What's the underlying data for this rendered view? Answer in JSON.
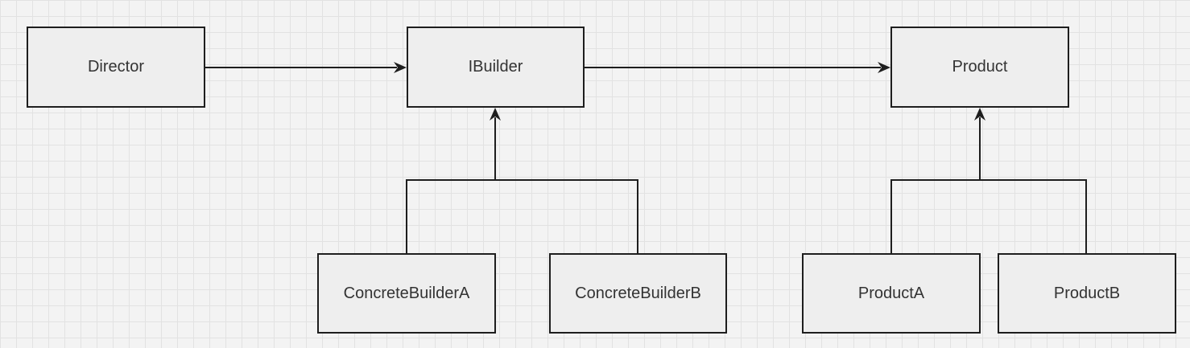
{
  "diagram": {
    "nodes": [
      {
        "id": "director",
        "label": "Director"
      },
      {
        "id": "ibuilder",
        "label": "IBuilder"
      },
      {
        "id": "product",
        "label": "Product"
      },
      {
        "id": "concrete_builder_a",
        "label": "ConcreteBuilderA"
      },
      {
        "id": "concrete_builder_b",
        "label": "ConcreteBuilderB"
      },
      {
        "id": "product_a",
        "label": "ProductA"
      },
      {
        "id": "product_b",
        "label": "ProductB"
      }
    ],
    "edges": [
      {
        "from": "director",
        "to": "ibuilder",
        "kind": "association-arrow"
      },
      {
        "from": "ibuilder",
        "to": "product",
        "kind": "association-arrow"
      },
      {
        "from": "concrete_builder_a",
        "to": "ibuilder",
        "kind": "inheritance-arrow"
      },
      {
        "from": "concrete_builder_b",
        "to": "ibuilder",
        "kind": "inheritance-arrow"
      },
      {
        "from": "product_a",
        "to": "product",
        "kind": "inheritance-arrow"
      },
      {
        "from": "product_b",
        "to": "product",
        "kind": "inheritance-arrow"
      }
    ],
    "colors": {
      "background": "#f3f3f3",
      "grid": "#e2e2e2",
      "node_fill": "#eeeeee",
      "stroke": "#1e1e1e",
      "text": "#333333"
    }
  }
}
